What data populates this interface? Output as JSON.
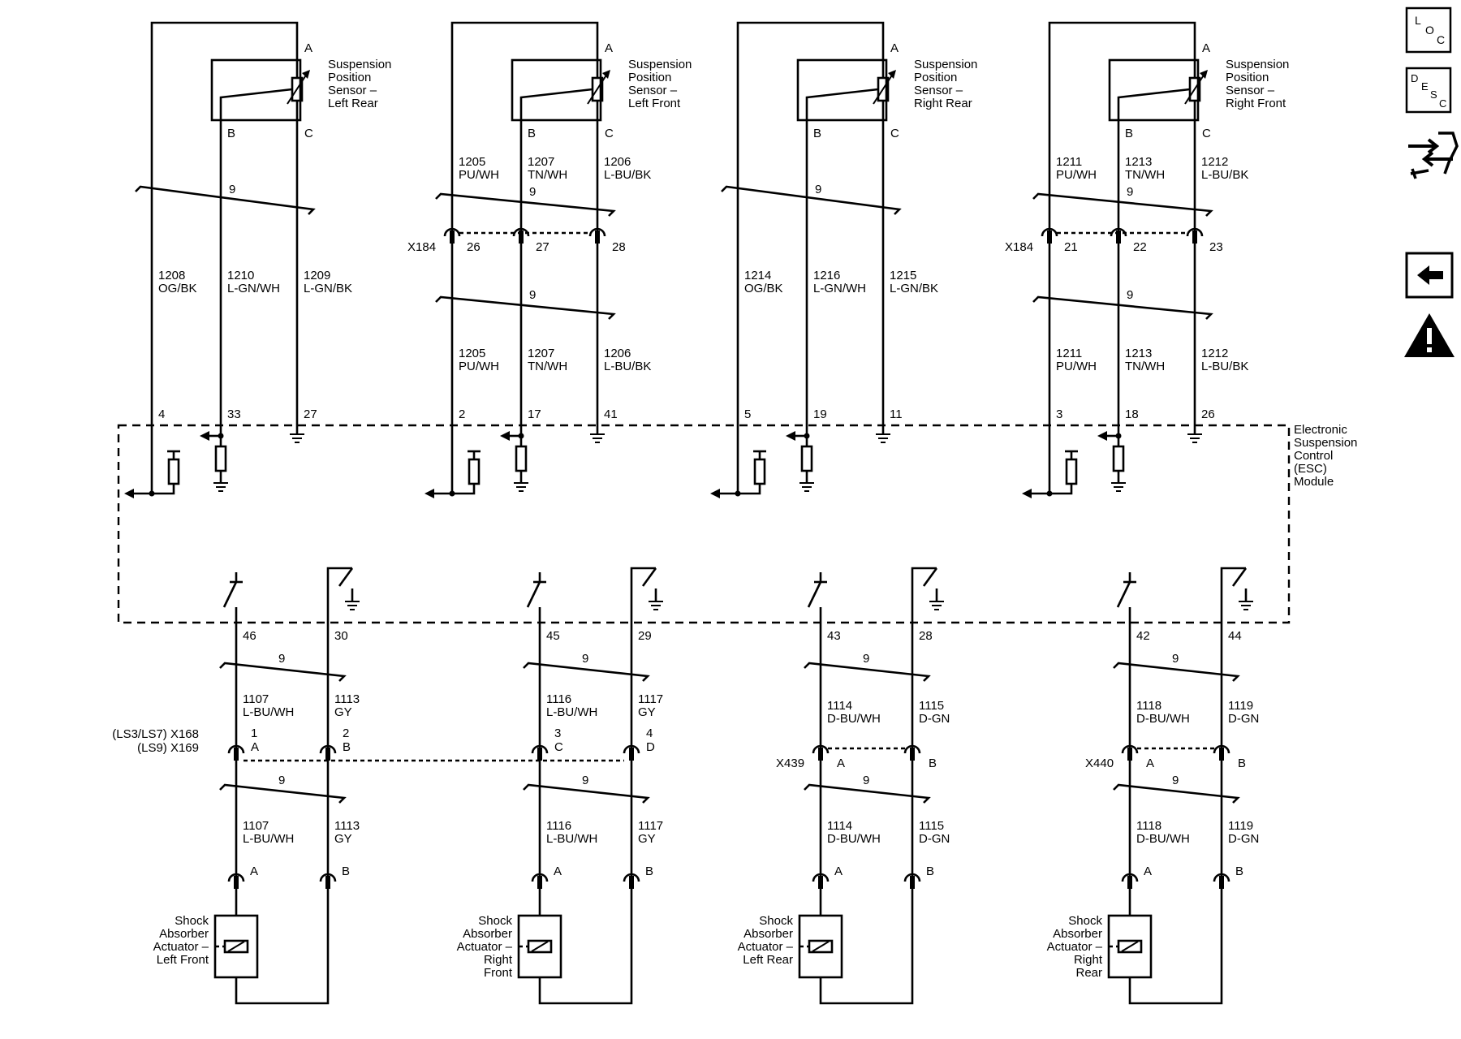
{
  "esc_module_label": [
    "Electronic",
    "Suspension",
    "Control",
    "(ESC)",
    "Module"
  ],
  "connector_x184": "X184",
  "twisted_pair_label": "9",
  "sensors": [
    {
      "name": [
        "Suspension",
        "Position",
        "Sensor –",
        "Left Rear"
      ],
      "pins": [
        "A",
        "B",
        "C"
      ],
      "circuits_upper": [
        {
          "num": "1208",
          "color": "OG/BK"
        },
        {
          "num": "1210",
          "color": "L-GN/WH"
        },
        {
          "num": "1209",
          "color": "L-GN/BK"
        }
      ],
      "module_pins": [
        "4",
        "33",
        "27"
      ]
    },
    {
      "name": [
        "Suspension",
        "Position",
        "Sensor –",
        "Left Front"
      ],
      "pins": [
        "A",
        "B",
        "C"
      ],
      "circuits_upper": [
        {
          "num": "1205",
          "color": "PU/WH"
        },
        {
          "num": "1207",
          "color": "TN/WH"
        },
        {
          "num": "1206",
          "color": "L-BU/BK"
        }
      ],
      "x184_pins": [
        "26",
        "27",
        "28"
      ],
      "circuits_lower": [
        {
          "num": "1205",
          "color": "PU/WH"
        },
        {
          "num": "1207",
          "color": "TN/WH"
        },
        {
          "num": "1206",
          "color": "L-BU/BK"
        }
      ],
      "module_pins": [
        "2",
        "17",
        "41"
      ]
    },
    {
      "name": [
        "Suspension",
        "Position",
        "Sensor –",
        "Right Rear"
      ],
      "pins": [
        "A",
        "B",
        "C"
      ],
      "circuits_upper": [
        {
          "num": "1214",
          "color": "OG/BK"
        },
        {
          "num": "1216",
          "color": "L-GN/WH"
        },
        {
          "num": "1215",
          "color": "L-GN/BK"
        }
      ],
      "module_pins": [
        "5",
        "19",
        "11"
      ]
    },
    {
      "name": [
        "Suspension",
        "Position",
        "Sensor –",
        "Right Front"
      ],
      "pins": [
        "A",
        "B",
        "C"
      ],
      "circuits_upper": [
        {
          "num": "1211",
          "color": "PU/WH"
        },
        {
          "num": "1213",
          "color": "TN/WH"
        },
        {
          "num": "1212",
          "color": "L-BU/BK"
        }
      ],
      "x184_pins": [
        "21",
        "22",
        "23"
      ],
      "circuits_lower": [
        {
          "num": "1211",
          "color": "PU/WH"
        },
        {
          "num": "1213",
          "color": "TN/WH"
        },
        {
          "num": "1212",
          "color": "L-BU/BK"
        }
      ],
      "module_pins": [
        "3",
        "18",
        "26"
      ]
    }
  ],
  "x168_label": "(LS3/LS7)  X168",
  "x169_label": "(LS9)  X169",
  "actuators": [
    {
      "name": [
        "Shock",
        "Absorber",
        "Actuator –",
        "Left Front"
      ],
      "module_pins": [
        "46",
        "30"
      ],
      "circuits_upper": [
        {
          "num": "1107",
          "color": "L-BU/WH"
        },
        {
          "num": "1113",
          "color": "GY"
        }
      ],
      "inline_pins_top": [
        "1",
        "2"
      ],
      "inline_pins_bottom": [
        "A",
        "B"
      ],
      "circuits_lower": [
        {
          "num": "1107",
          "color": "L-BU/WH"
        },
        {
          "num": "1113",
          "color": "GY"
        }
      ],
      "pins": [
        "A",
        "B"
      ]
    },
    {
      "name": [
        "Shock",
        "Absorber",
        "Actuator –",
        "Right",
        "Front"
      ],
      "module_pins": [
        "45",
        "29"
      ],
      "circuits_upper": [
        {
          "num": "1116",
          "color": "L-BU/WH"
        },
        {
          "num": "1117",
          "color": "GY"
        }
      ],
      "inline_pins_top": [
        "3",
        "4"
      ],
      "inline_pins_bottom": [
        "C",
        "D"
      ],
      "circuits_lower": [
        {
          "num": "1116",
          "color": "L-BU/WH"
        },
        {
          "num": "1117",
          "color": "GY"
        }
      ],
      "pins": [
        "A",
        "B"
      ]
    },
    {
      "name": [
        "Shock",
        "Absorber",
        "Actuator –",
        "Left Rear"
      ],
      "module_pins": [
        "43",
        "28"
      ],
      "circuits_upper": [
        {
          "num": "1114",
          "color": "D-BU/WH"
        },
        {
          "num": "1115",
          "color": "D-GN"
        }
      ],
      "inline_connector": "X439",
      "inline_pins_bottom": [
        "A",
        "B"
      ],
      "circuits_lower": [
        {
          "num": "1114",
          "color": "D-BU/WH"
        },
        {
          "num": "1115",
          "color": "D-GN"
        }
      ],
      "pins": [
        "A",
        "B"
      ]
    },
    {
      "name": [
        "Shock",
        "Absorber",
        "Actuator –",
        "Right",
        "Rear"
      ],
      "module_pins": [
        "42",
        "44"
      ],
      "circuits_upper": [
        {
          "num": "1118",
          "color": "D-BU/WH"
        },
        {
          "num": "1119",
          "color": "D-GN"
        }
      ],
      "inline_connector": "X440",
      "inline_pins_bottom": [
        "A",
        "B"
      ],
      "circuits_lower": [
        {
          "num": "1118",
          "color": "D-BU/WH"
        },
        {
          "num": "1119",
          "color": "D-GN"
        }
      ],
      "pins": [
        "A",
        "B"
      ]
    }
  ],
  "nav": {
    "loc_letters": [
      "L",
      "O",
      "C"
    ],
    "desc_letters": [
      "D",
      "E",
      "S",
      "C"
    ],
    "icons": [
      "location-button",
      "description-button",
      "connector-tools-icon",
      "back-arrow-button",
      "warning-icon"
    ]
  }
}
